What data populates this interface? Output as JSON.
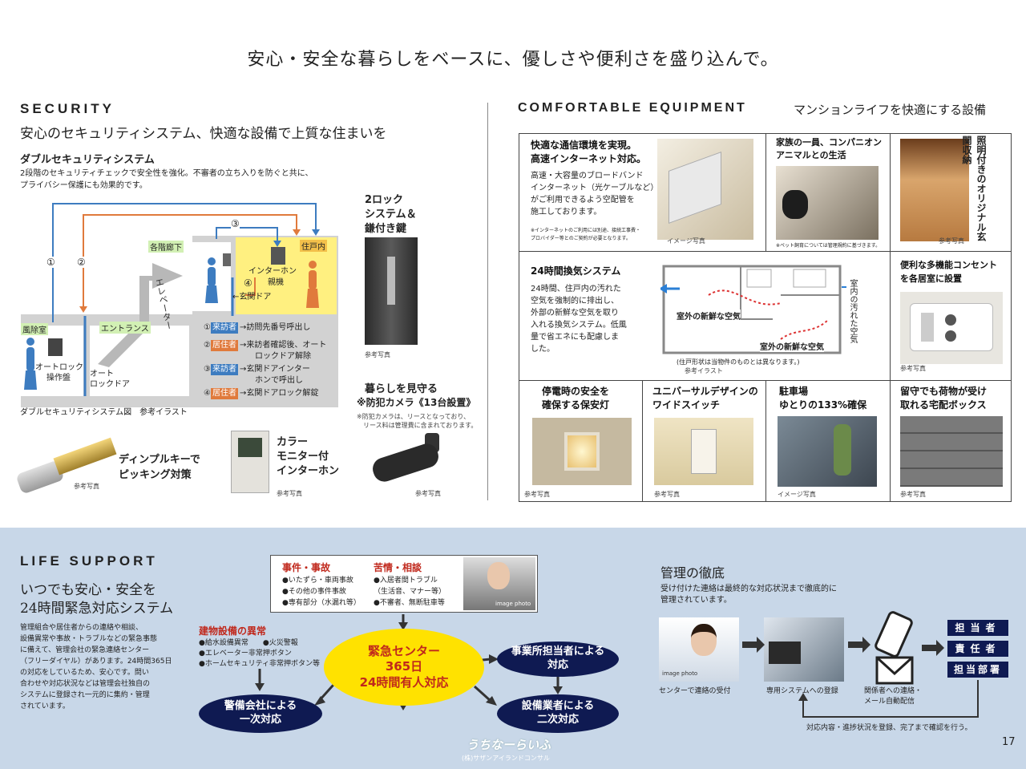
{
  "headline": "安心・安全な暮らしをベースに、優しさや便利さを盛り込んで。",
  "security": {
    "heading": "SECURITY",
    "subtitle": "安心のセキュリティシステム、快適な設備で上質な住まいを",
    "double_title": "ダブルセキュリティシステム",
    "double_desc_1": "2段階のセキュリティチェックで安全性を強化。不審者の立ち入りを防ぐと共に、",
    "double_desc_2": "プライバシー保護にも効果的です。",
    "diagram": {
      "kaidan": "各階廊下",
      "juko": "住戸内",
      "fujoshitsu": "風除室",
      "entrance": "エントランス",
      "elevator": "エレベーター",
      "interphone_1": "インターホン",
      "interphone_2": "親機",
      "genkan_door": "←玄関ドア",
      "autolock_panel_1": "オートロック",
      "autolock_panel_2": "操作盤",
      "autolock_door_1": "オート",
      "autolock_door_2": "ロックドア",
      "n1": "①",
      "n2": "②",
      "n3": "③",
      "n4": "④",
      "caption": "ダブルセキュリティシステム図　参考イラスト",
      "legend": [
        {
          "num": "①",
          "role": "来訪者",
          "color": "#3d7cc0",
          "text1": "→訪問先番号呼出し",
          "text2": ""
        },
        {
          "num": "②",
          "role": "居住者",
          "color": "#e07a3c",
          "text1": "→来訪者確認後、オート",
          "text2": "ロックドア解除"
        },
        {
          "num": "③",
          "role": "来訪者",
          "color": "#3d7cc0",
          "text1": "→玄関ドアインター",
          "text2": "ホンで呼出し"
        },
        {
          "num": "④",
          "role": "居住者",
          "color": "#e07a3c",
          "text1": "→玄関ドアロック解錠",
          "text2": ""
        }
      ]
    },
    "lock_title_1": "2ロック",
    "lock_title_2": "システム＆",
    "lock_title_3": "鎌付き鍵",
    "lock_caption": "参考写真",
    "camera_title_1": "暮らしを見守る",
    "camera_title_2": "※防犯カメラ《13台設置》",
    "camera_note_1": "※防犯カメラは、リースとなっており、",
    "camera_note_2": "リース料は管理費に含まれております。",
    "camera_caption": "参考写真",
    "dimple_1": "ディンプルキーで",
    "dimple_2": "ピッキング対策",
    "dimple_caption": "参考写真",
    "monitor_1": "カラー",
    "monitor_2": "モニター付",
    "monitor_3": "インターホン",
    "monitor_caption": "参考写真"
  },
  "equipment": {
    "heading": "COMFORTABLE EQUIPMENT",
    "subtitle": "マンションライフを快適にする設備",
    "internet_title_1": "快適な通信環境を実現。",
    "internet_title_2": "高速インターネット対応。",
    "internet_desc_1": "高速・大容量のブロードバンド",
    "internet_desc_2": "インターネット（光ケーブルなど）",
    "internet_desc_3": "がご利用できるよう空配管を",
    "internet_desc_4": "施工しております。",
    "internet_note_1": "※インターネットのご利用には別途、接続工事費・",
    "internet_note_2": "プロバイダー等とのご契約が必要となります。",
    "internet_caption": "イメージ写真",
    "pet_title_1": "家族の一員、コンパニオン",
    "pet_title_2": "アニマルとの生活",
    "pet_note": "※ペット飼育については管理規約に基づきます。",
    "pet_caption": "イメージ写真",
    "entrance_storage": "照明付きのオリジナル玄関収納",
    "entrance_caption": "参考写真",
    "vent_title": "24時間換気システム",
    "vent_desc_1": "24時間、住戸内の汚れた",
    "vent_desc_2": "空気を強制的に排出し、",
    "vent_desc_3": "外部の新鮮な空気を取り",
    "vent_desc_4": "入れる換気システム。低風",
    "vent_desc_5": "量で省エネにも配慮しま",
    "vent_desc_6": "した。",
    "vent_fresh_1": "室外の新鮮な空気",
    "vent_fresh_2": "室外の新鮮な空気",
    "vent_dirty": "室内の汚れた空気",
    "vent_note": "(住戸形状は当物件のものとは異なります。)",
    "vent_caption": "参考イラスト",
    "outlet_title_1": "便利な多機能コンセント",
    "outlet_title_2": "を各居室に設置",
    "outlet_caption": "参考写真",
    "light_title_1": "停電時の安全を",
    "light_title_2": "確保する保安灯",
    "light_caption": "参考写真",
    "switch_title_1": "ユニバーサルデザインの",
    "switch_title_2": "ワイドスイッチ",
    "switch_caption": "参考写真",
    "parking_title_1": "駐車場",
    "parking_title_2": "ゆとりの133%確保",
    "parking_caption": "イメージ写真",
    "delivery_title_1": "留守でも荷物が受け",
    "delivery_title_2": "取れる宅配ボックス",
    "delivery_caption": "参考写真"
  },
  "life": {
    "heading": "LIFE SUPPORT",
    "subtitle_1": "いつでも安心・安全を",
    "subtitle_2": "24時間緊急対応システム",
    "desc": [
      "管理組合や居住者からの連絡や相談、",
      "設備異常や事故・トラブルなどの緊急事態",
      "に備えて、管理会社の緊急連絡センター",
      "（フリーダイヤル）があります。24時間365日",
      "の対応をしているため、安心です。問い",
      "合わせや対応状況などは管理会社独自の",
      "システムに登録され一元的に集約・管理",
      "されています。"
    ],
    "incident_title": "事件・事故",
    "incident_items": [
      "●いたずら・車両事故",
      "●その他の事件事故",
      "●専有部分（水漏れ等）"
    ],
    "complaint_title": "苦情・相談",
    "complaint_items": [
      "●入居者間トラブル",
      "（生活音、マナー等）",
      "●不審者、無断駐車等"
    ],
    "operator_caption": "image photo",
    "facility_title": "建物設備の異常",
    "facility_items": [
      "●給水設備異常　　●火災警報",
      "●エレベーター非常押ボタン",
      "●ホームセキュリティ非常押ボタン等"
    ],
    "center_1": "緊急センター",
    "center_2": "365日",
    "center_3": "24時間有人対応",
    "office_1": "事業所担当者による",
    "office_2": "対応",
    "guard_1": "警備会社による",
    "guard_2": "一次対応",
    "facility_co_1": "設備業者による",
    "facility_co_2": "二次対応",
    "mgmt_title": "管理の徹底",
    "mgmt_desc_1": "受け付けた連絡は最終的な対応状況まで徹底的に",
    "mgmt_desc_2": "管理されています。",
    "flow_1": "センターで連絡の受付",
    "flow_1_photo": "image photo",
    "flow_2": "専用システムへの登録",
    "flow_3_1": "関係者への連絡・",
    "flow_3_2": "メール自動配信",
    "roles": [
      "担当者",
      "責任者",
      "担当部署"
    ],
    "bottom_note": "対応内容・進捗状況を登録、完了まで確認を行う。",
    "logo": "うちなーらいふ",
    "logo_sub": "(株)サザンアイランドコンサル",
    "page_number": "17"
  },
  "colors": {
    "blue": "#3d7cc0",
    "orange": "#e07a3c",
    "navy": "#0f1a52",
    "yellow": "#ffe200",
    "red": "#c0281c",
    "lifebg": "#c8d7e8",
    "wall": "#d2d2d2",
    "room": "#fff080"
  }
}
